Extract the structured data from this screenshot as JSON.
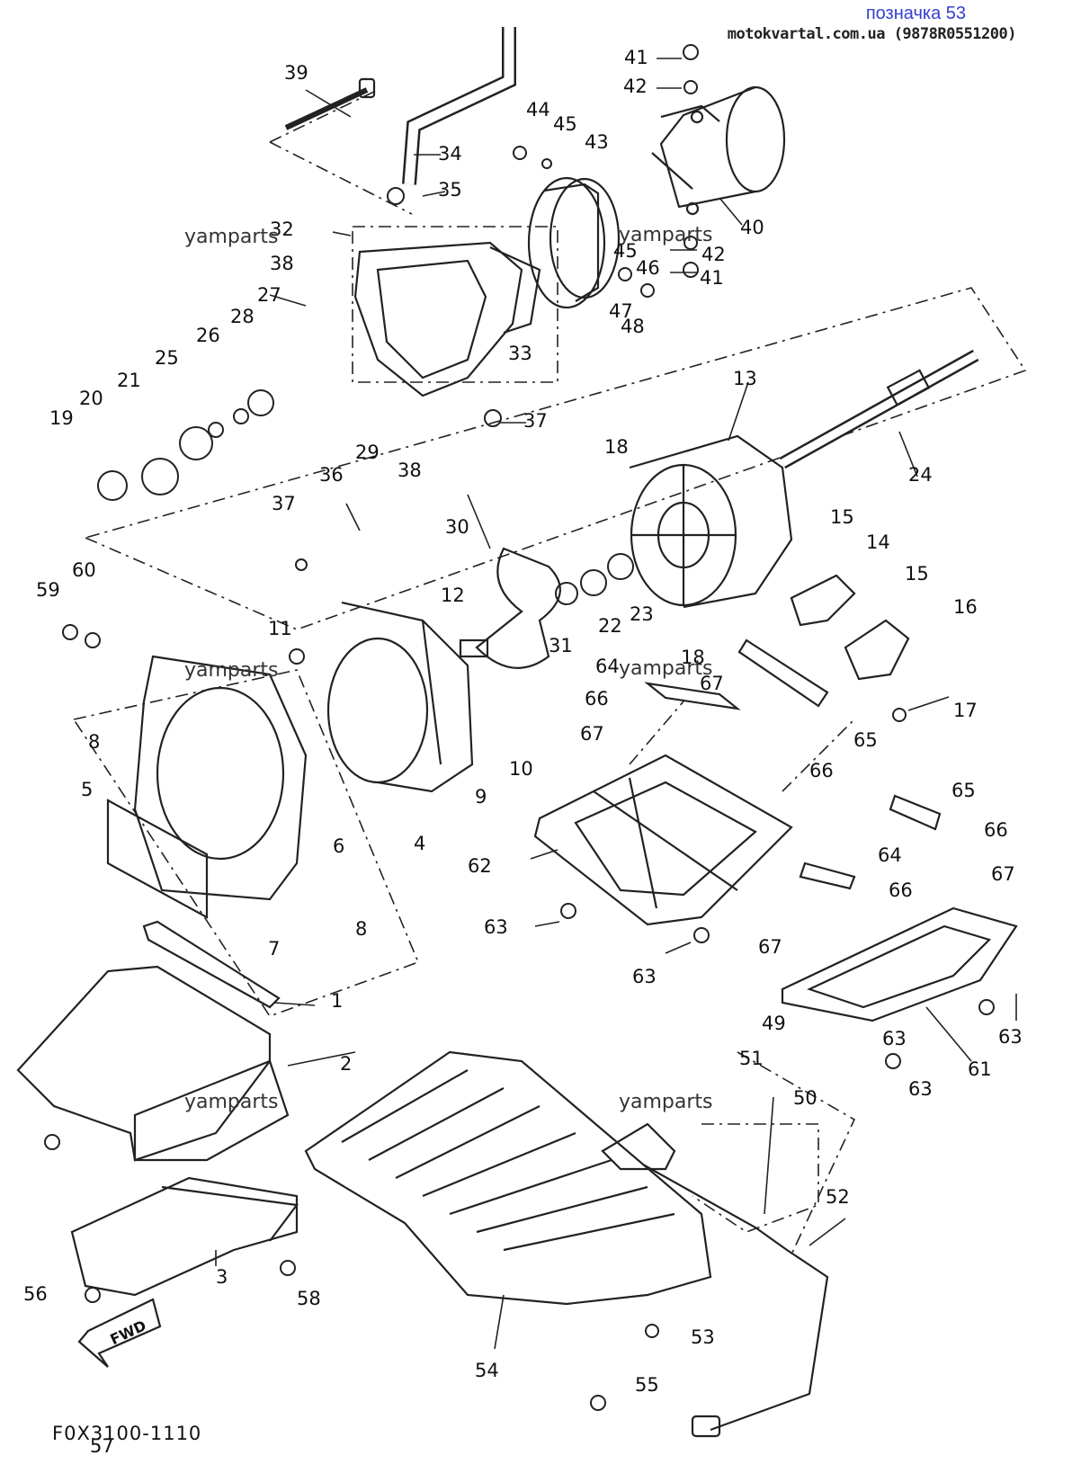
{
  "header": {
    "title": "позначка 53",
    "site": "motokvartal.com.ua (9878R0551200)"
  },
  "watermark": "yamparts",
  "diagram_code": "F0X3100-1110",
  "fwd_label": "FWD",
  "parts": [
    {
      "n": "1"
    },
    {
      "n": "2"
    },
    {
      "n": "3"
    },
    {
      "n": "4"
    },
    {
      "n": "5"
    },
    {
      "n": "6"
    },
    {
      "n": "7"
    },
    {
      "n": "8"
    },
    {
      "n": "8"
    },
    {
      "n": "9"
    },
    {
      "n": "10"
    },
    {
      "n": "11"
    },
    {
      "n": "12"
    },
    {
      "n": "13"
    },
    {
      "n": "14"
    },
    {
      "n": "15"
    },
    {
      "n": "15"
    },
    {
      "n": "16"
    },
    {
      "n": "17"
    },
    {
      "n": "18"
    },
    {
      "n": "18"
    },
    {
      "n": "19"
    },
    {
      "n": "20"
    },
    {
      "n": "21"
    },
    {
      "n": "22"
    },
    {
      "n": "23"
    },
    {
      "n": "24"
    },
    {
      "n": "25"
    },
    {
      "n": "26"
    },
    {
      "n": "27"
    },
    {
      "n": "28"
    },
    {
      "n": "29"
    },
    {
      "n": "30"
    },
    {
      "n": "31"
    },
    {
      "n": "32"
    },
    {
      "n": "33"
    },
    {
      "n": "34"
    },
    {
      "n": "35"
    },
    {
      "n": "36"
    },
    {
      "n": "37"
    },
    {
      "n": "37"
    },
    {
      "n": "38"
    },
    {
      "n": "38"
    },
    {
      "n": "39"
    },
    {
      "n": "40"
    },
    {
      "n": "41"
    },
    {
      "n": "41"
    },
    {
      "n": "42"
    },
    {
      "n": "42"
    },
    {
      "n": "43"
    },
    {
      "n": "44"
    },
    {
      "n": "45"
    },
    {
      "n": "45"
    },
    {
      "n": "46"
    },
    {
      "n": "47"
    },
    {
      "n": "48"
    },
    {
      "n": "49"
    },
    {
      "n": "50"
    },
    {
      "n": "51"
    },
    {
      "n": "52"
    },
    {
      "n": "53"
    },
    {
      "n": "54"
    },
    {
      "n": "55"
    },
    {
      "n": "56"
    },
    {
      "n": "57"
    },
    {
      "n": "58"
    },
    {
      "n": "59"
    },
    {
      "n": "60"
    },
    {
      "n": "61"
    },
    {
      "n": "62"
    },
    {
      "n": "63"
    },
    {
      "n": "63"
    },
    {
      "n": "63"
    },
    {
      "n": "63"
    },
    {
      "n": "63"
    },
    {
      "n": "64"
    },
    {
      "n": "64"
    },
    {
      "n": "65"
    },
    {
      "n": "65"
    },
    {
      "n": "66"
    },
    {
      "n": "66"
    },
    {
      "n": "66"
    },
    {
      "n": "66"
    },
    {
      "n": "67"
    },
    {
      "n": "67"
    },
    {
      "n": "67"
    },
    {
      "n": "67"
    }
  ]
}
